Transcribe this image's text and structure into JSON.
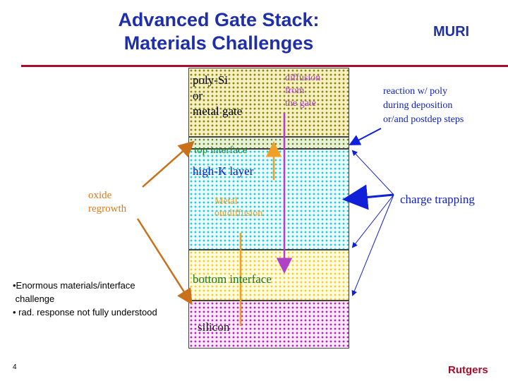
{
  "header": {
    "title_line1": "Advanced Gate Stack:",
    "title_line2": "Materials Challenges",
    "badge": "MURI"
  },
  "layers": {
    "poly": "poly-Si\nor\nmetal gate",
    "top_interface": "top interface",
    "high_k": "high-K layer",
    "bottom_interface": "bottom interface",
    "silicon": "silicon"
  },
  "annotations": {
    "diffusion": "diffusion\nfrom\nthe gate",
    "metal_outdiffusion": "Metal\noutdiffusion",
    "oxide_regrowth": "oxide\nregrowth",
    "reaction": "reaction w/ poly\nduring deposition\nor/and postdep steps",
    "charge_trapping": "charge trapping"
  },
  "notes": {
    "bullet1_line1": "•Enormous materials/interface",
    "bullet1_line2": " challenge",
    "bullet2": "• rad. response not fully understood"
  },
  "footer": {
    "page_number": "4",
    "brand": "Rutgers"
  },
  "colors": {
    "title": "#1f2fa8",
    "rule": "#a80d2a",
    "oxide_arrow": "#c8701a",
    "blue_arrow": "#1020d8",
    "diffusion_arrow": "#b040c8",
    "metal_arrow": "#f0a028"
  }
}
